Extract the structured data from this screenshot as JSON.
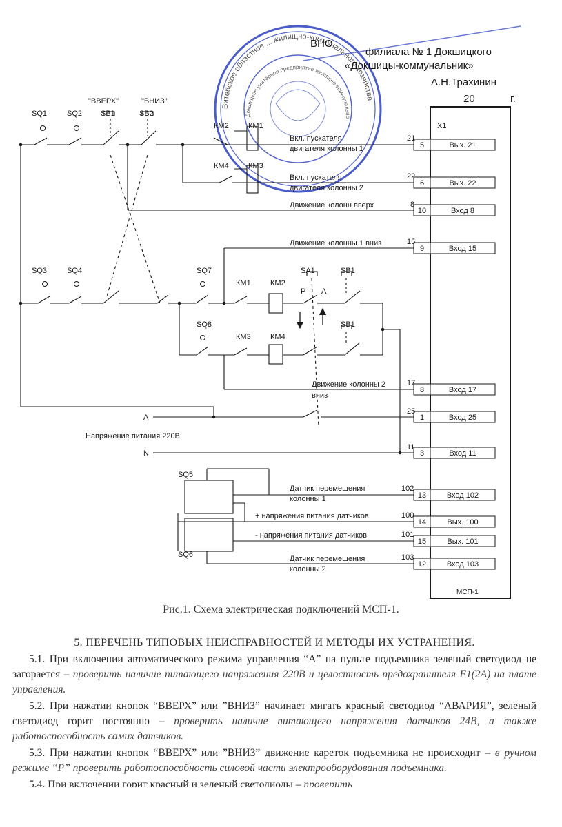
{
  "stamp": {
    "outer_text": "Витебское областное ... жилищно-коммунального хозяйства",
    "inner_text": "Докшицкое унитарное предприятие жилищно-коммунального хозяйства",
    "color": "#2a3fbf"
  },
  "approval": {
    "line1": "ВНО",
    "line2": "филиала № 1 Докшицкого",
    "line3": "«Докшицы-коммунальник»",
    "line4": "А.Н.Трахинин",
    "line5": "20",
    "line6": "г."
  },
  "labels": {
    "sq1": "SQ1",
    "sq2": "SQ2",
    "sb1": "SB1",
    "sb2": "SB2",
    "up": "\"ВВЕРХ\"",
    "down": "\"ВНИЗ\"",
    "km2": "КМ2",
    "km1": "КМ1",
    "km4": "КМ4",
    "km3": "КМ3",
    "sq3": "SQ3",
    "sq4": "SQ4",
    "sq7": "SQ7",
    "sq8": "SQ8",
    "km1b": "КМ1",
    "km2b": "КМ2",
    "km3b": "КМ3",
    "km4b": "КМ4",
    "sa1": "SA1",
    "p": "Р",
    "a": "А",
    "sb1b": "SB1",
    "sb1c": "SB1",
    "phase_a": "A",
    "neutral": "N",
    "supply": "Напряжение питания 220В",
    "sq5": "SQ5",
    "sq6": "SQ6",
    "x1": "Х1",
    "msp": "МСП-1"
  },
  "wires": {
    "w21a": "Вкл. пускателя",
    "w21b": "двигателя колонны 1",
    "w22a": "Вкл. пускателя",
    "w22b": "двигателя колонны 2",
    "w8": "Движение колонн вверх",
    "w15": "Движение колонны 1 вниз",
    "w17a": "Движение колонны 2",
    "w17b": "вниз",
    "w102a": "Датчик перемещения",
    "w102b": "колонны 1",
    "w100": "+ напряжения питания датчиков",
    "w101": "- напряжения питания датчиков",
    "w103a": "Датчик перемещения",
    "w103b": "колонны 2",
    "n21": "21",
    "n22": "22",
    "n8": "8",
    "n15": "15",
    "n17": "17",
    "n25": "25",
    "n11": "11",
    "n102": "102",
    "n100": "100",
    "n101": "101",
    "n103": "103"
  },
  "terminals": [
    {
      "pin": "5",
      "label": "Вых. 21"
    },
    {
      "pin": "6",
      "label": "Вых. 22"
    },
    {
      "pin": "10",
      "label": "Вход 8"
    },
    {
      "pin": "9",
      "label": "Вход 15"
    },
    {
      "pin": "8",
      "label": "Вход 17"
    },
    {
      "pin": "1",
      "label": "Вход 25"
    },
    {
      "pin": "3",
      "label": "Вход 11"
    },
    {
      "pin": "13",
      "label": "Вход 102"
    },
    {
      "pin": "14",
      "label": "Вых. 100"
    },
    {
      "pin": "15",
      "label": "Вых. 101"
    },
    {
      "pin": "12",
      "label": "Вход 103"
    }
  ],
  "caption": "Рис.1. Схема электрическая подключений МСП-1.",
  "section": {
    "title": "5. ПЕРЕЧЕНЬ ТИПОВЫХ НЕИСПРАВНОСТЕЙ И МЕТОДЫ ИХ УСТРАНЕНИЯ.",
    "p1_plain": "5.1. При включении автоматического режима управления “А” на пульте подъемника зеленый светодиод не загорается – ",
    "p1_italic": "проверить наличие питающего напряжения 220В и целостность предохранителя F1(2A) на плате управления.",
    "p2_plain": "5.2. При нажатии кнопок “ВВЕРХ” или ”ВНИЗ” начинает мигать красный светодиод “АВАРИЯ”, зеленый светодиод горит постоянно – ",
    "p2_italic": "проверить наличие питающего напряжения датчиков 24В, а также работоспособность самих датчиков.",
    "p3_plain": "5.3. При нажатии кнопок “ВВЕРХ” или ”ВНИЗ” движение кареток подъемника не происходит – ",
    "p3_italic": "в ручном режиме “Р” проверить работоспособность силовой части электрооборудования подъемника.",
    "p4_plain": "5.4. При включении горит красный и зеленый светодиоды – ",
    "p4_italic": "проверить"
  }
}
